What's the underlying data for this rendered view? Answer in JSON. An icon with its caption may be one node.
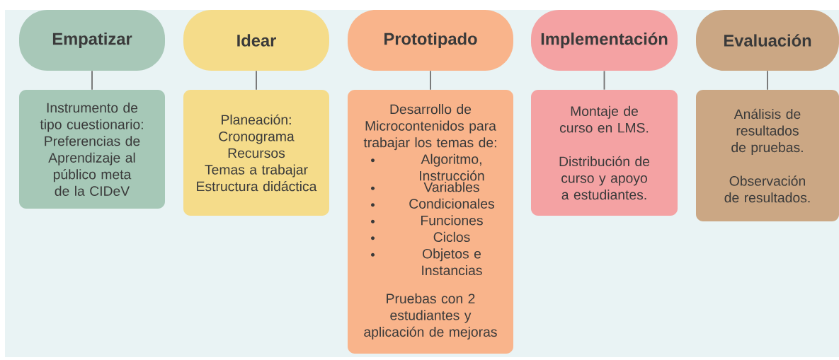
{
  "diagram": {
    "nodes": [
      {
        "text": [
          "Empatizar"
        ]
      },
      {
        "text": [
          "Idear"
        ]
      },
      {
        "text": [
          "Prototipado"
        ]
      },
      {
        "text": [
          "Implementación"
        ]
      },
      {
        "text": [
          "Evaluación"
        ]
      },
      {
        "text": [
          "Instrumento de tipo cuestionario: Preferencias de Aprendizaje al público meta de la CIDeV"
        ]
      },
      {
        "text": [
          "Planeación:",
          "Cronograma",
          "Recursos",
          "Temas a trabajar",
          "Estructura didáctica"
        ]
      },
      {
        "text": [
          "Desarrollo de Microcontenidos para trabajar los temas de:",
          "Algoritmo, Instrucción",
          "Variables",
          "Condicionales",
          "Funciones",
          "Ciclos",
          "Objetos e Instancias",
          "Pruebas con 2 estudiantes y aplicación de mejoras"
        ]
      },
      {
        "text": [
          "Montaje de curso en LMS.",
          "Distribución de curso y apoyo a estudiantes."
        ]
      },
      {
        "text": [
          "Análisis de resultados de pruebas.",
          "Observación de resultados."
        ]
      }
    ],
    "edges": [
      {
        "from": 0,
        "to": 5,
        "arrow": "none"
      },
      {
        "from": 1,
        "to": 6,
        "arrow": "none"
      },
      {
        "from": 2,
        "to": 7,
        "arrow": "none"
      },
      {
        "from": 3,
        "to": 8,
        "arrow": "none"
      },
      {
        "from": 4,
        "to": 9,
        "arrow": "none"
      }
    ]
  }
}
